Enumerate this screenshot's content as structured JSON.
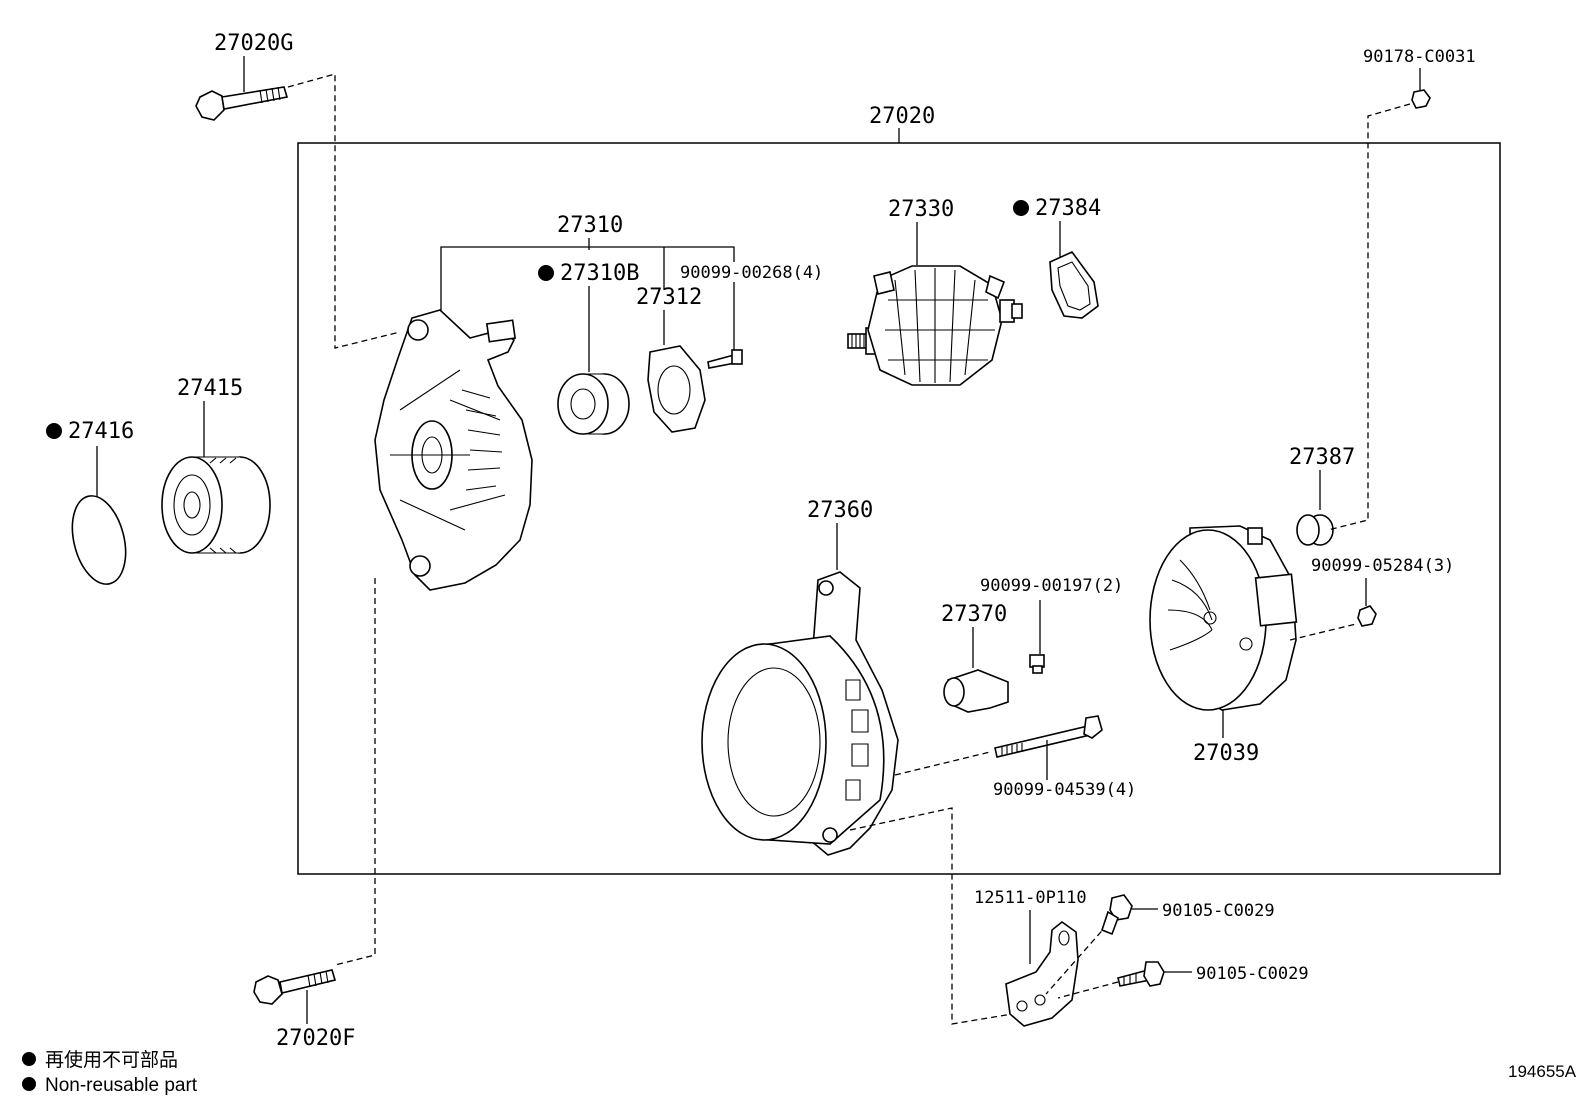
{
  "labels": {
    "asm": "27020",
    "bolt_top": "27020G",
    "bolt_bottom": "27020F",
    "nut_top": "90178-C0031",
    "pulley": "27415",
    "cap": "27416",
    "frame_assy": "27310",
    "bearing": "27310B",
    "retainer": "27312",
    "screw_a": "90099-00268(4)",
    "rotor": "27330",
    "cover": "27384",
    "stator": "27360",
    "holder": "27370",
    "screw_b": "90099-00197(2)",
    "through_bolt": "90099-04539(4)",
    "rear_frame": "27039",
    "insulator": "27387",
    "nut_b": "90099-05284(3)",
    "bracket": "12511-0P110",
    "bolt_c1": "90105-C0029",
    "bolt_c2": "90105-C0029"
  },
  "legend": {
    "line1": "再使用不可部品",
    "line2": "Non-reusable part"
  },
  "diagram_ref": "194655A"
}
